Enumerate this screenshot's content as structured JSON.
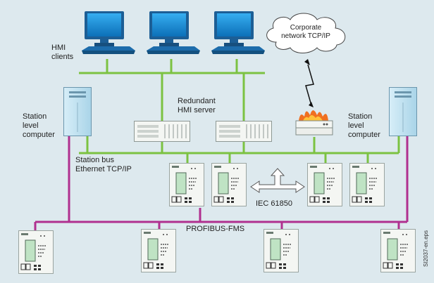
{
  "labels": {
    "hmi_clients": "HMI\nclients",
    "corporate": "Corporate\nnetwork TCP/IP",
    "redundant_server": "Redundant\nHMI server",
    "station_left": "Station\nlevel\ncomputer",
    "station_right": "Station\nlevel\ncomputer",
    "station_bus": "Station bus\nEthernet TCP/IP",
    "iec": "IEC 61850",
    "profibus": "PROFIBUS-FMS",
    "file_id": "SI2037-en.eps"
  },
  "colors": {
    "background": "#dde9ee",
    "ethernet": "#7cc242",
    "profibus": "#b0308f",
    "monitor_screen": "#1a8fd6",
    "device": "#f4f6f3",
    "firewall_flame": "#f07020"
  },
  "icons": [
    "monitor-icon",
    "cloud-icon",
    "lightning-icon",
    "server-icon",
    "firewall-icon",
    "tower-computer-icon",
    "protection-relay-icon",
    "double-arrow-icon"
  ]
}
